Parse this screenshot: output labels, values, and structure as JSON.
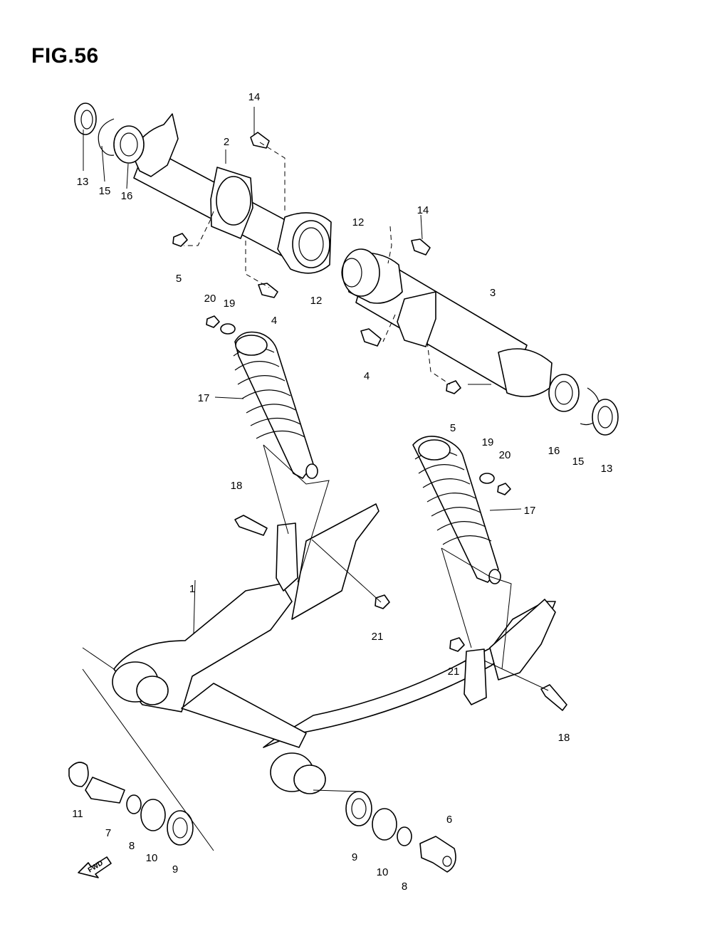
{
  "figure": {
    "title": "FIG.56"
  },
  "fwd_label": "FWD",
  "callouts": [
    "1",
    "2",
    "3",
    "4",
    "4",
    "5",
    "5",
    "6",
    "7",
    "8",
    "8",
    "9",
    "9",
    "10",
    "10",
    "11",
    "12",
    "12",
    "13",
    "13",
    "14",
    "14",
    "15",
    "15",
    "16",
    "16",
    "17",
    "17",
    "18",
    "18",
    "19",
    "19",
    "20",
    "20",
    "21",
    "21"
  ],
  "icons": {
    "fwd": "fwd-arrow-icon"
  }
}
